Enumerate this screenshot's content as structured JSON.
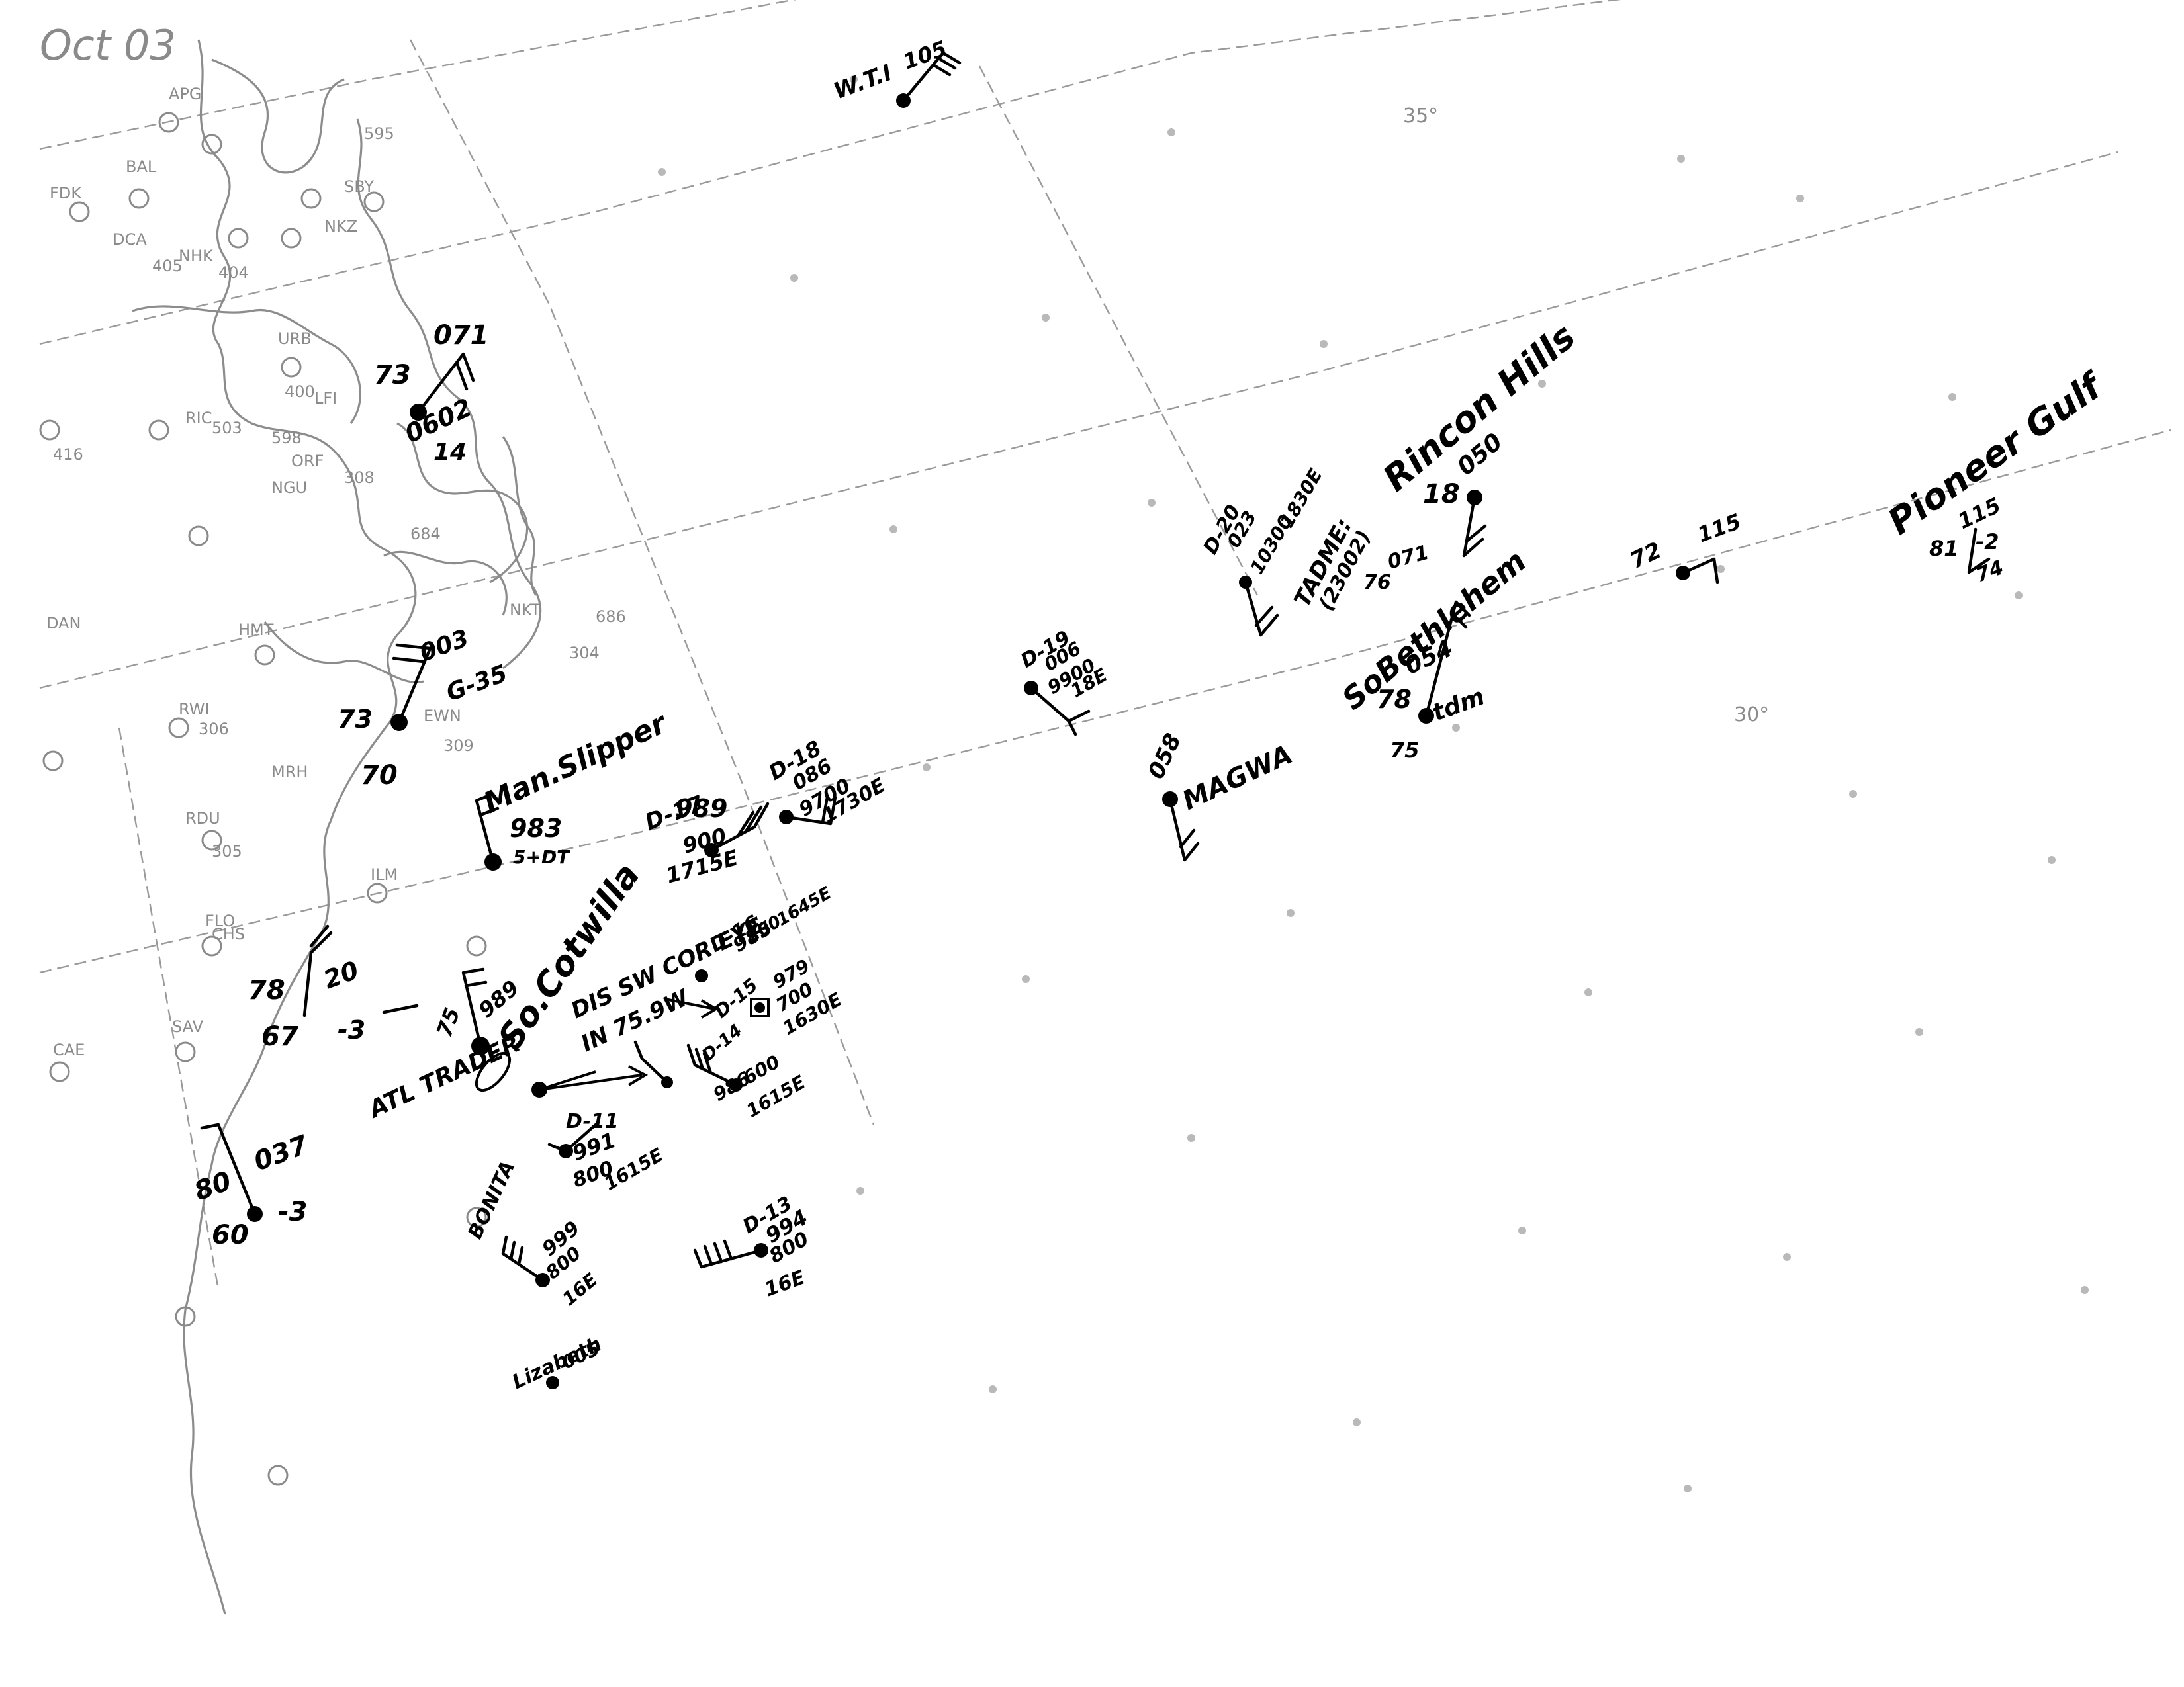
{
  "base_map": {
    "header": "Oct 03",
    "station_labels": [
      "APG",
      "BAL",
      "FDK",
      "DCA",
      "NHK",
      "SBY",
      "NKZ",
      "ORF",
      "NGU",
      "RIC",
      "URB",
      "LFI",
      "DAN",
      "RWI",
      "RDU",
      "NKT",
      "EWN",
      "MRH",
      "HMT",
      "ILM",
      "CHS",
      "SAV",
      "FLO",
      "CAE"
    ],
    "station_numbers": [
      "405",
      "404",
      "400",
      "308",
      "304",
      "306",
      "305",
      "309",
      "503",
      "416",
      "598",
      "595",
      "684",
      "686"
    ],
    "grid_labels": [
      "35°",
      "30°"
    ]
  },
  "plots": {
    "ship_top": {
      "id": "W.T.I",
      "value": "105"
    },
    "norfolk": {
      "t": "73",
      "p": "071",
      "code": "0602",
      "td": "14"
    },
    "cape_hatteras": {
      "t": "73",
      "p": "003",
      "td": "70",
      "code": "G-35"
    },
    "manslipper": {
      "name": "Man.Slipper",
      "p": "983",
      "note": "5+DT"
    },
    "d17": {
      "id": "D-17",
      "p": "989",
      "h": "900",
      "pos": "1715E"
    },
    "d18": {
      "id": "D-18",
      "p": "086",
      "h": "9700",
      "pos": "1730E"
    },
    "d19": {
      "id": "D-19",
      "p": "006",
      "h": "9900",
      "pos": "18E"
    },
    "d20": {
      "id": "D-20",
      "p": "023",
      "h": "10300",
      "pos": "1830E"
    },
    "tadme": {
      "name": "TADME:",
      "code": "(23002)",
      "t": "76",
      "p": "071"
    },
    "rincon": {
      "name": "Rincon Hills",
      "t": "18",
      "p": "050"
    },
    "bethlehem": {
      "name": "SoBethlehem",
      "t": "78",
      "p": "054",
      "extra": "tdm",
      "td": "75"
    },
    "magwa": {
      "name": "MAGWA",
      "p": "058"
    },
    "east_ship": {
      "t": "72",
      "p": "115"
    },
    "pioneer": {
      "name": "Pioneer Gulf",
      "t": "81",
      "p": "115",
      "code": "-2",
      "td": "74"
    },
    "coast_stn_a": {
      "t": "78",
      "p": "20",
      "td": "67",
      "code": "-3"
    },
    "coast_stn_b": {
      "t": "80",
      "p": "037",
      "td": "60",
      "code": "-3"
    },
    "ship_main": {
      "name": "So.Cotwilla",
      "t": "75",
      "p": "989"
    },
    "atl_trader": {
      "name": "ATL TRADER"
    },
    "dis_note": {
      "text": "DIS SW COR EYE",
      "sub": "IN 75.9W"
    },
    "d16": {
      "id": "D-16",
      "p": "985",
      "h": "200",
      "pos": "1645E"
    },
    "d15": {
      "id": "D-15",
      "p": "979",
      "h": "700",
      "pos": "1630E"
    },
    "d14": {
      "id": "D-14",
      "p": "986",
      "h": "600",
      "pos": "1615E"
    },
    "d11": {
      "id": "D-11",
      "p": "991",
      "h": "800",
      "pos": "1615E"
    },
    "d13": {
      "id": "D-13",
      "p": "994",
      "h": "800",
      "pos": "16E"
    },
    "bonita": {
      "name": "BONITA"
    },
    "south_plot": {
      "p": "999",
      "h": "800",
      "pos": "16E"
    },
    "bottom_plot": {
      "name": "Lizabeth",
      "p": "005"
    }
  }
}
